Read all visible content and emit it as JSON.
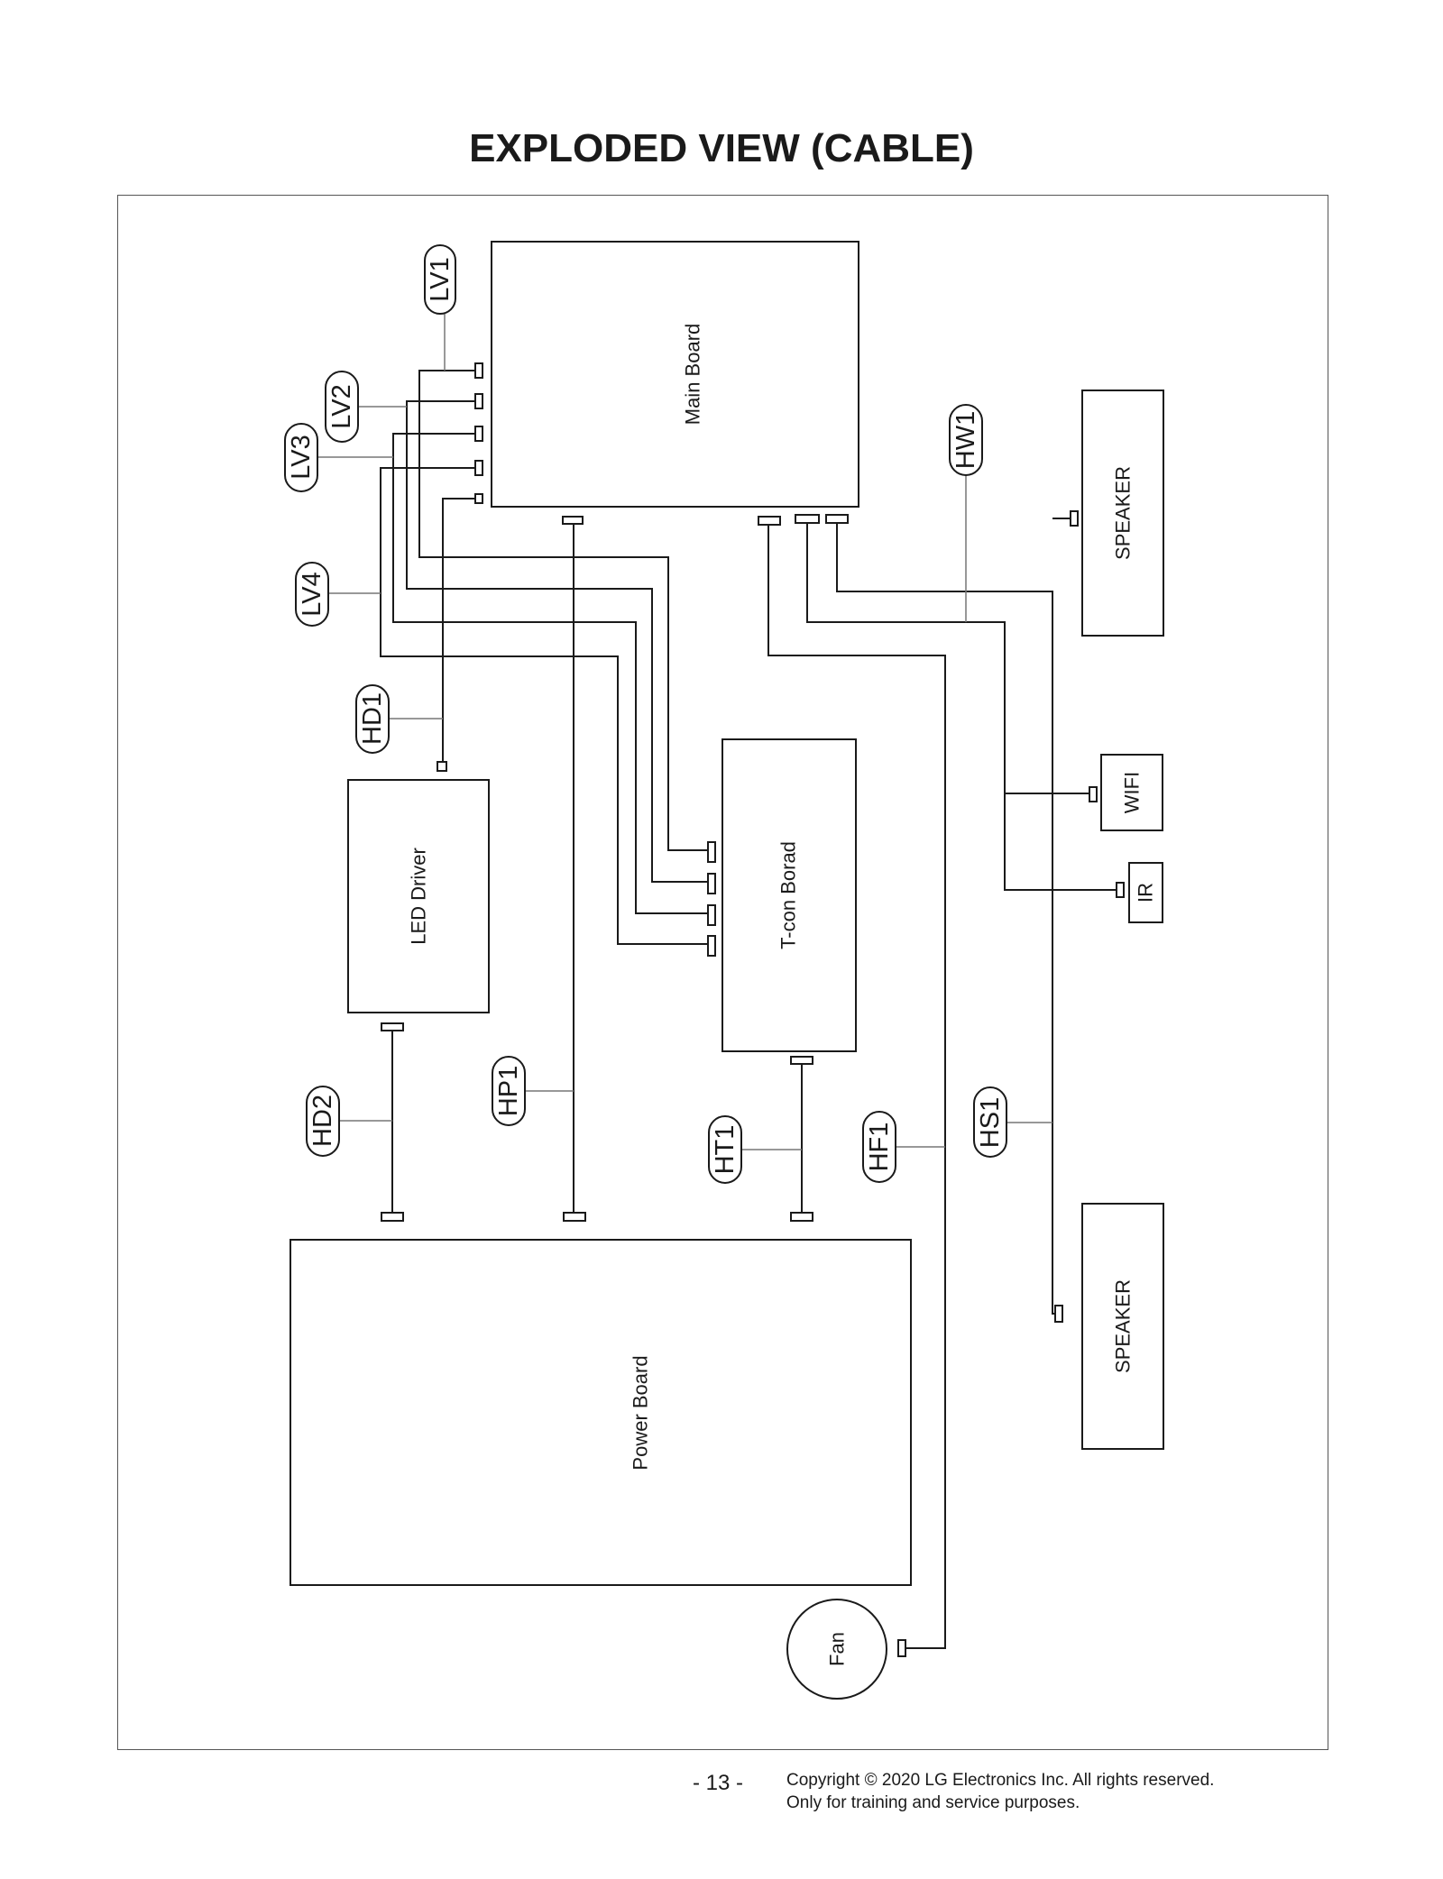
{
  "title": "EXPLODED VIEW (CABLE)",
  "components": {
    "main_board": "Main Board",
    "speaker_top": "SPEAKER",
    "wifi": "WIFI",
    "ir": "IR",
    "led_driver": "LED Driver",
    "tcon_board": "T-con Borad",
    "power_board": "Power Board",
    "speaker_bottom": "SPEAKER",
    "fan": "Fan"
  },
  "cables": {
    "lv1": "LV1",
    "lv2": "LV2",
    "lv3": "LV3",
    "lv4": "LV4",
    "hd1": "HD1",
    "hw1": "HW1",
    "hd2": "HD2",
    "hp1": "HP1",
    "ht1": "HT1",
    "hf1": "HF1",
    "hs1": "HS1"
  },
  "footer": {
    "page_number": "- 13 -",
    "copyright_line1": "Copyright © 2020 LG Electronics Inc. All rights reserved.",
    "copyright_line2": "Only for training and service purposes."
  }
}
